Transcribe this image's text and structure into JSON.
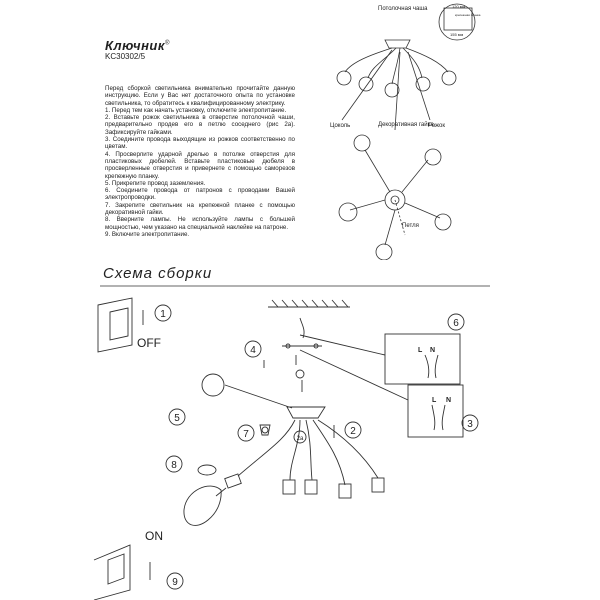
{
  "header": {
    "brand": "Ключник",
    "registered": "®",
    "model": "KC30302/5"
  },
  "instructions": [
    "Перед сборкой светильника внимательно прочитайте данную инструкцию. Если у Вас нет достаточного опыта по установке светильника, то обратитесь к квалифицированному электрику.",
    "1. Перед тем как начать установку, отключите электропитание.",
    "2. Вставьте рожок светильника в отверстие потолочной чаши, предварительно продев его в петлю соседнего (рис 2а). Зафиксируйте гайками.",
    "3. Соедините провода выходящие из рожков соответственно по цветам.",
    "4. Просверлите ударной дрелью в потолке отверстия для пластиковых дюбелей. Вставьте пластиковые дюбеля в просверленные отверстия и привернете с помощью саморезов крепежную планку.",
    "5. Прикрепите провод заземления.",
    "6. Соедините провода от патронов с проводами Вашей электропроводки.",
    "7. Закрепите светильник на крепежной планке с помощью декоративной гайки.",
    "8. Вверните лампы. Не используйте лампы с большей мощностью, чем указано на специальной наклейке на патроне.",
    "9. Включите электропитание."
  ],
  "diagram_top": {
    "ceiling_cup": "Потолочная чаша",
    "dim_top": "120 мм",
    "dim_side": "155 мм",
    "mini_note": "крепежная планка",
    "socket": "Цоколь",
    "decorative_nut": "Декоративная гайка",
    "horn": "Рожок",
    "loop": "Петля"
  },
  "assembly": {
    "title": "Схема сборки",
    "off_label": "OFF",
    "on_label": "ON",
    "wire_l": "L",
    "wire_n": "N",
    "step_2a": "2a",
    "steps": [
      "1",
      "2",
      "3",
      "4",
      "5",
      "6",
      "7",
      "8",
      "9"
    ]
  }
}
